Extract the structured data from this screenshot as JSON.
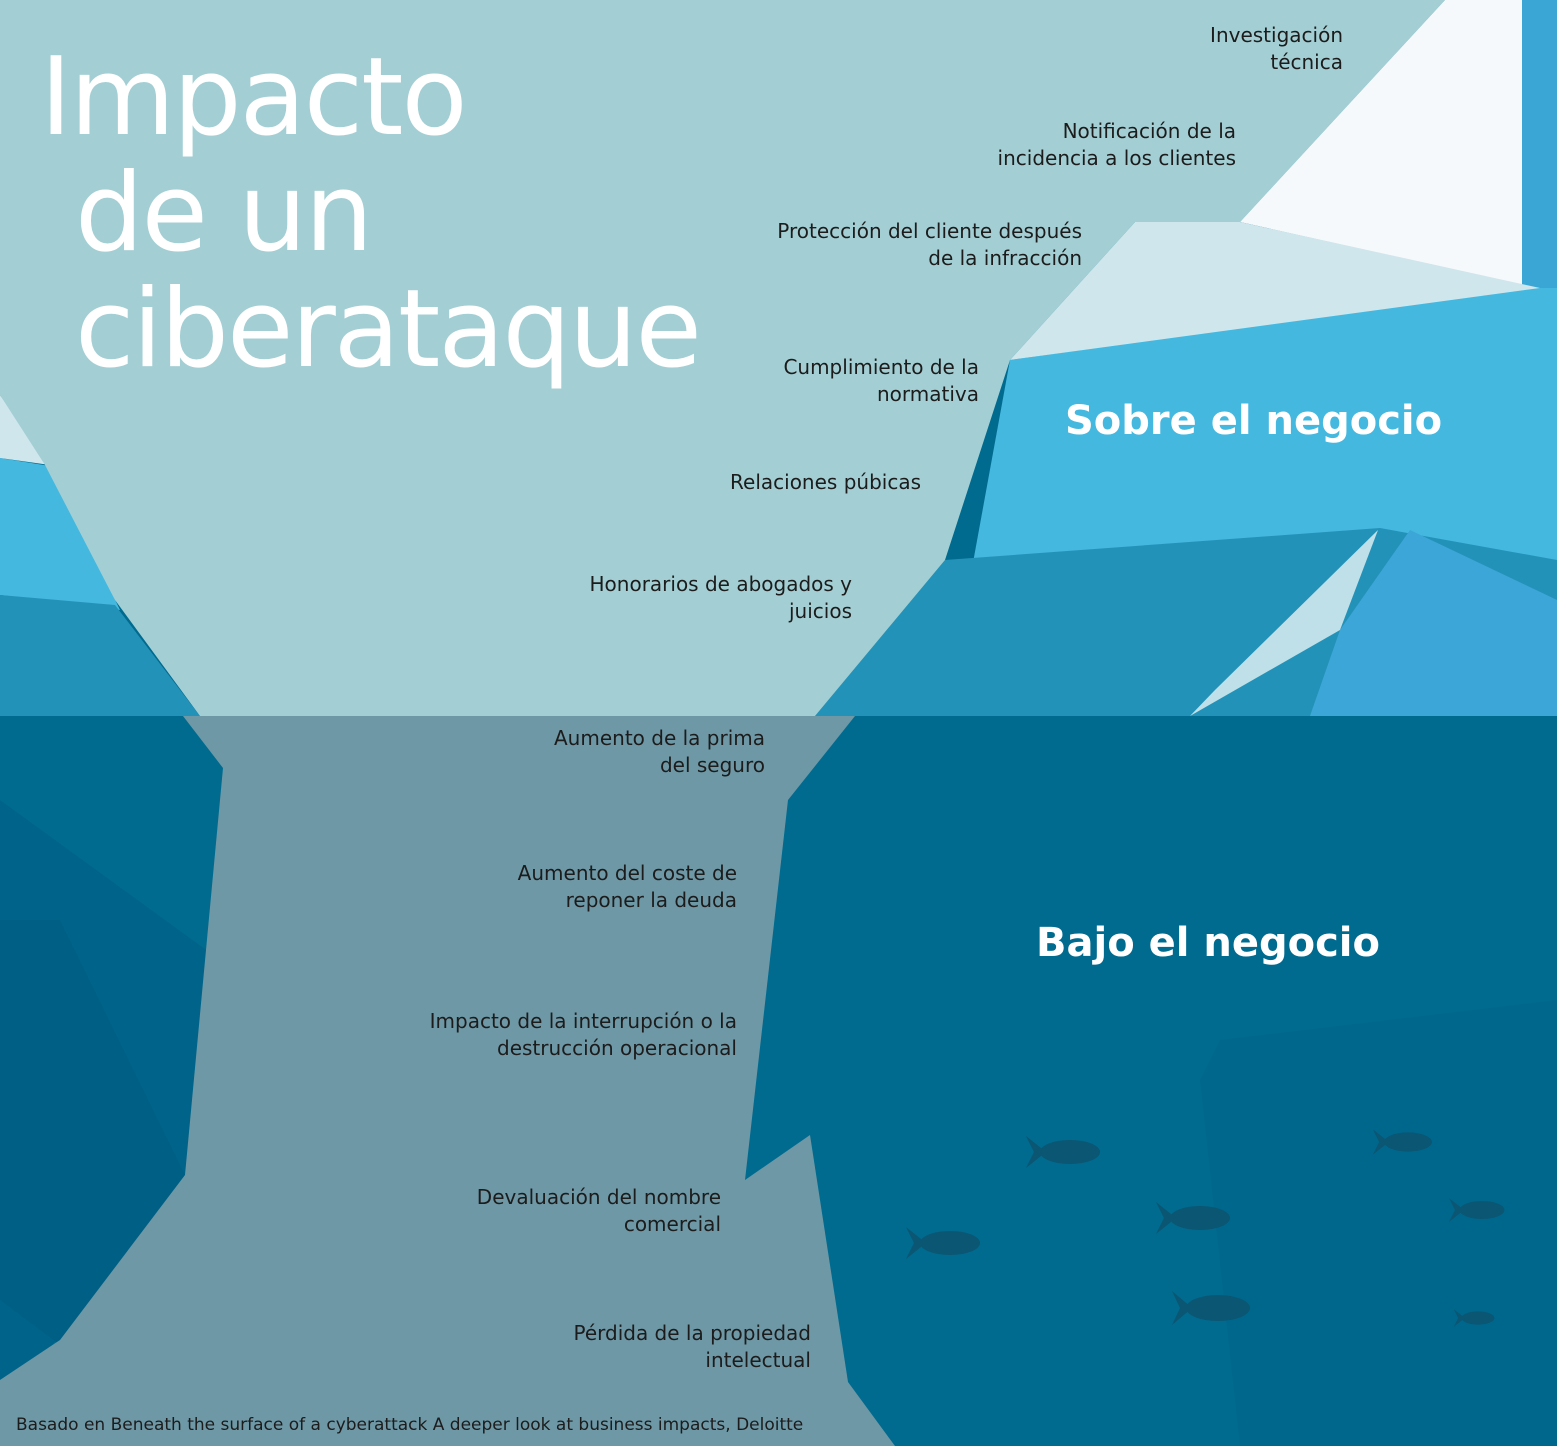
{
  "title_lines": [
    "Impacto",
    "de un",
    "ciberataque"
  ],
  "above": {
    "heading": "Sobre el negocio",
    "items": [
      {
        "line1": "Investigación",
        "line2": "técnica"
      },
      {
        "line1": "Notificación de la",
        "line2": "incidencia a los clientes"
      },
      {
        "line1": "Protección del cliente después",
        "line2": "de la infracción"
      },
      {
        "line1": "Cumplimiento de la",
        "line2": "normativa"
      },
      {
        "line1": "Relaciones púbicas",
        "line2": ""
      },
      {
        "line1": "Honorarios de abogados y",
        "line2": "juicios"
      }
    ]
  },
  "below": {
    "heading": "Bajo el negocio",
    "items": [
      {
        "line1": "Aumento de la prima",
        "line2": "del seguro"
      },
      {
        "line1": "Aumento del coste de",
        "line2": "reponer la deuda"
      },
      {
        "line1": "Impacto de la interrupción o la",
        "line2": "destrucción operacional"
      },
      {
        "line1": "Devaluación del nombre",
        "line2": "comercial"
      },
      {
        "line1": "Pérdida de la propiedad",
        "line2": "intelectual"
      }
    ]
  },
  "source": "Basado en Beneath the surface of a cyberattack A deeper look at business impacts, Deloitte",
  "colors": {
    "sky": "#a3cfd4",
    "iceberg_tip": "#f6f9fb",
    "ice_light": "#cfe6ec",
    "water_surface": "#45b8e0",
    "water_mid": "#2392b9",
    "deep_water": "#006b8f",
    "submerged_ice": "#6e98a6",
    "heading": "#ffffff",
    "text": "#1c1c1c"
  }
}
